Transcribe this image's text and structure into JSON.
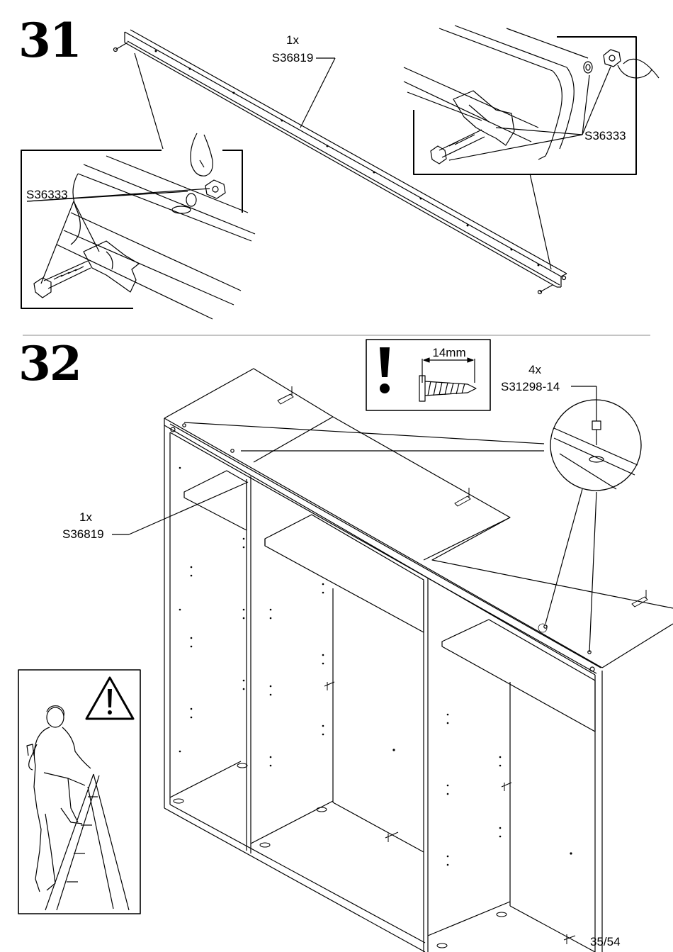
{
  "step31": {
    "number": "31",
    "rail_qty": "1x",
    "rail_code": "S36819",
    "bolt_code_right": "S36333",
    "bolt_code_left": "S36333"
  },
  "step32": {
    "number": "32",
    "note_screw_length": "14mm",
    "screw_qty": "4x",
    "screw_code": "S31298-14",
    "rail_qty": "1x",
    "rail_code": "S36819"
  },
  "footer": {
    "page_indicator": "35/54"
  }
}
